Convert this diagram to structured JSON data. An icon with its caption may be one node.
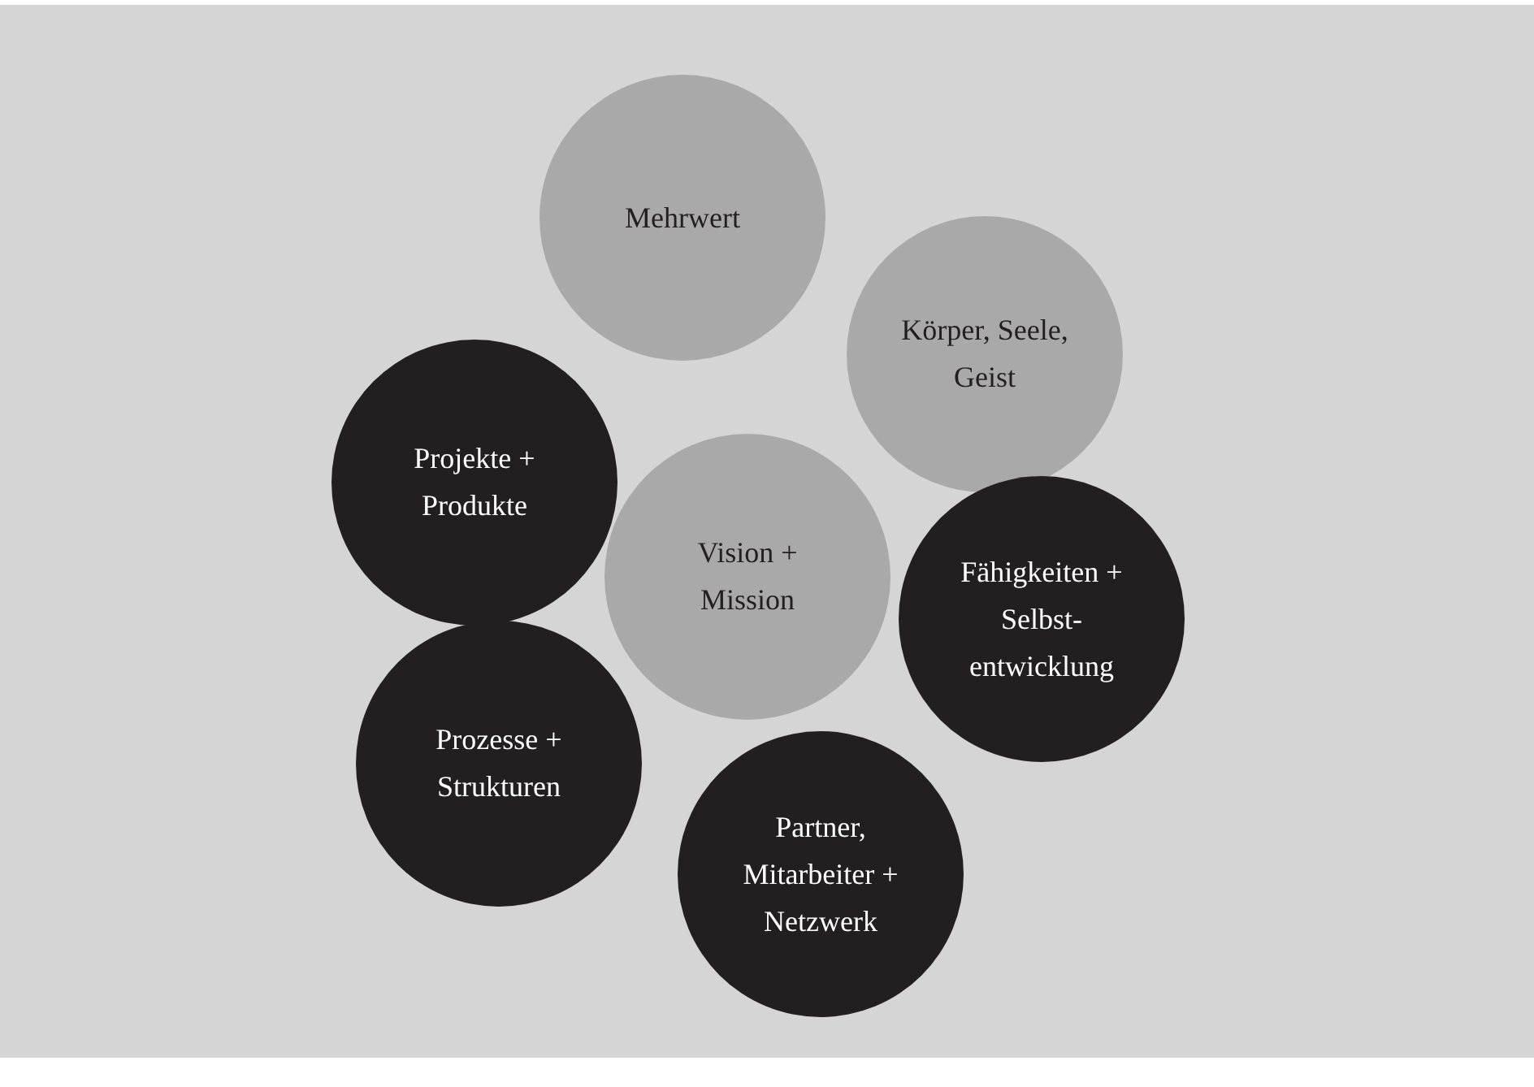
{
  "diagram": {
    "nodes": [
      {
        "text": [
          "Mehrwert"
        ]
      },
      {
        "text": [
          "Körper, Seele, Geist"
        ]
      },
      {
        "text": [
          "Projekte + Produkte"
        ]
      },
      {
        "text": [
          "Vision + Mission"
        ]
      },
      {
        "text": [
          "Fähigkeiten + Selbst-entwicklung"
        ]
      },
      {
        "text": [
          "Prozesse + Strukturen"
        ]
      },
      {
        "text": [
          "Partner, Mitarbeiter + Netzwerk"
        ]
      }
    ]
  }
}
